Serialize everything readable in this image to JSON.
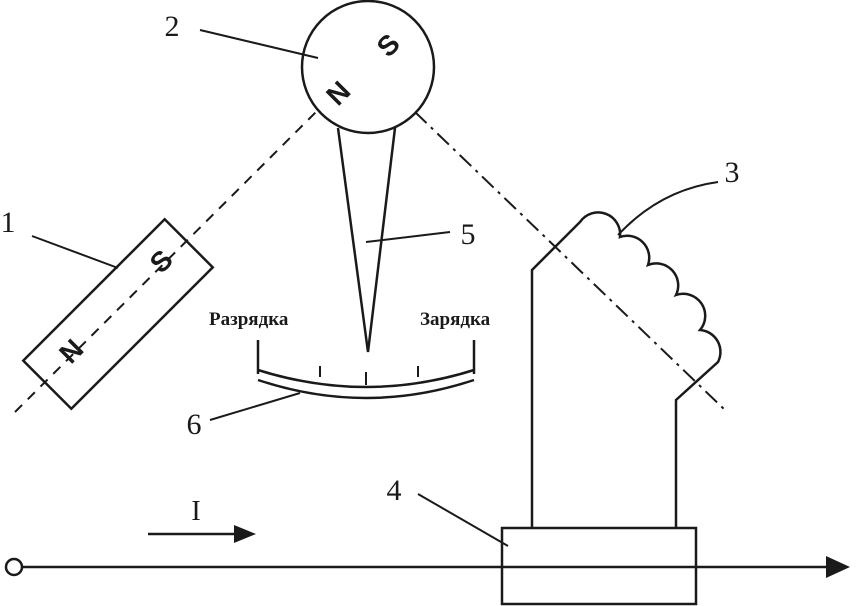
{
  "labels": {
    "n1": "1",
    "n2": "2",
    "n3": "3",
    "n4": "4",
    "n5": "5",
    "n6": "6",
    "current": "I"
  },
  "magnet_bar": {
    "north": "N",
    "south": "S"
  },
  "magnet_needle": {
    "north": "N",
    "south": "S"
  },
  "scale": {
    "left": "Разрядка",
    "right": "Зарядка"
  }
}
